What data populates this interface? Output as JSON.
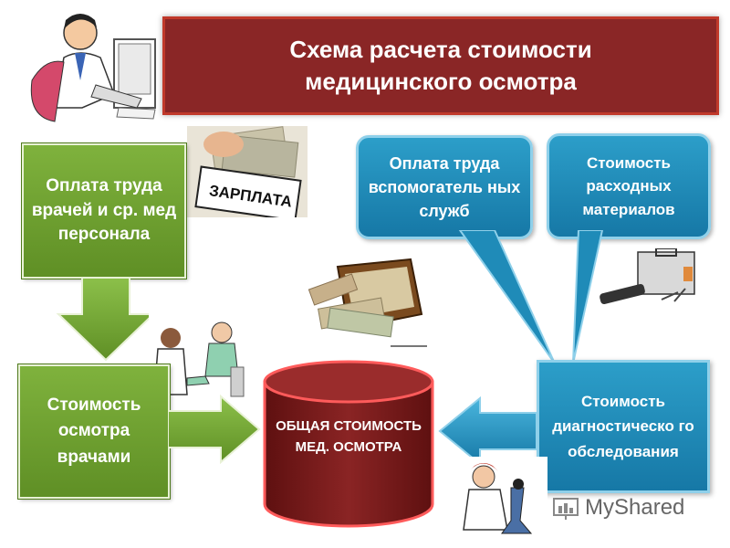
{
  "title": {
    "line1": "Схема расчета стоимости",
    "line2": "медицинского осмотра"
  },
  "boxes": {
    "doctors_salary": "Оплата труда врачей и ср. мед персонала",
    "aux_salary": "Оплата труда вспомогатель ных служб",
    "materials": "Стоимость расходных материалов",
    "exam_cost": "Стоимость осмотра врачами",
    "total": "ОБЩАЯ СТОИМОСТЬ МЕД. ОСМОТРА",
    "diagnostics": "Стоимость диагностическо го обследования"
  },
  "images": {
    "salary_sign": "ЗАРПЛАТА"
  },
  "watermark": "MyShared",
  "colors": {
    "title_bg": "#8a2626",
    "green": "#6e9f2f",
    "blue": "#1f8bb8",
    "cylinder": "#7a1a1a"
  }
}
